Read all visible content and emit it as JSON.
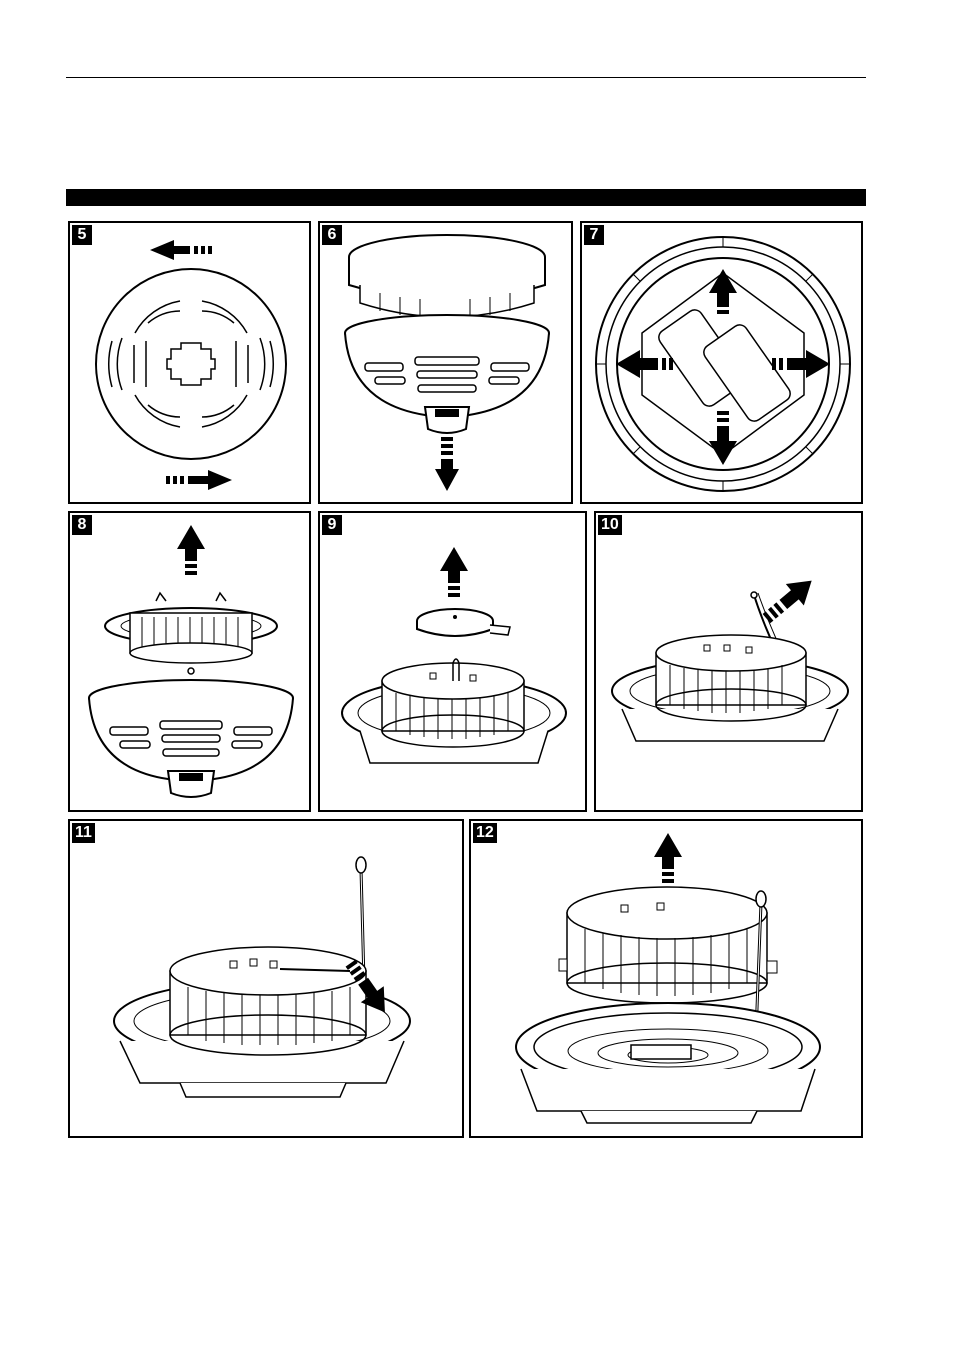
{
  "page": {
    "accent": "#000000"
  },
  "steps": [
    {
      "number": "5",
      "icon": "rotate-cover-icon"
    },
    {
      "number": "6",
      "icon": "remove-dome-icon"
    },
    {
      "number": "7",
      "icon": "release-clips-icon"
    },
    {
      "number": "8",
      "icon": "lift-housing-icon"
    },
    {
      "number": "9",
      "icon": "remove-cap-icon"
    },
    {
      "number": "10",
      "icon": "pull-wire-icon"
    },
    {
      "number": "11",
      "icon": "insert-swab-icon"
    },
    {
      "number": "12",
      "icon": "separate-base-icon"
    }
  ]
}
